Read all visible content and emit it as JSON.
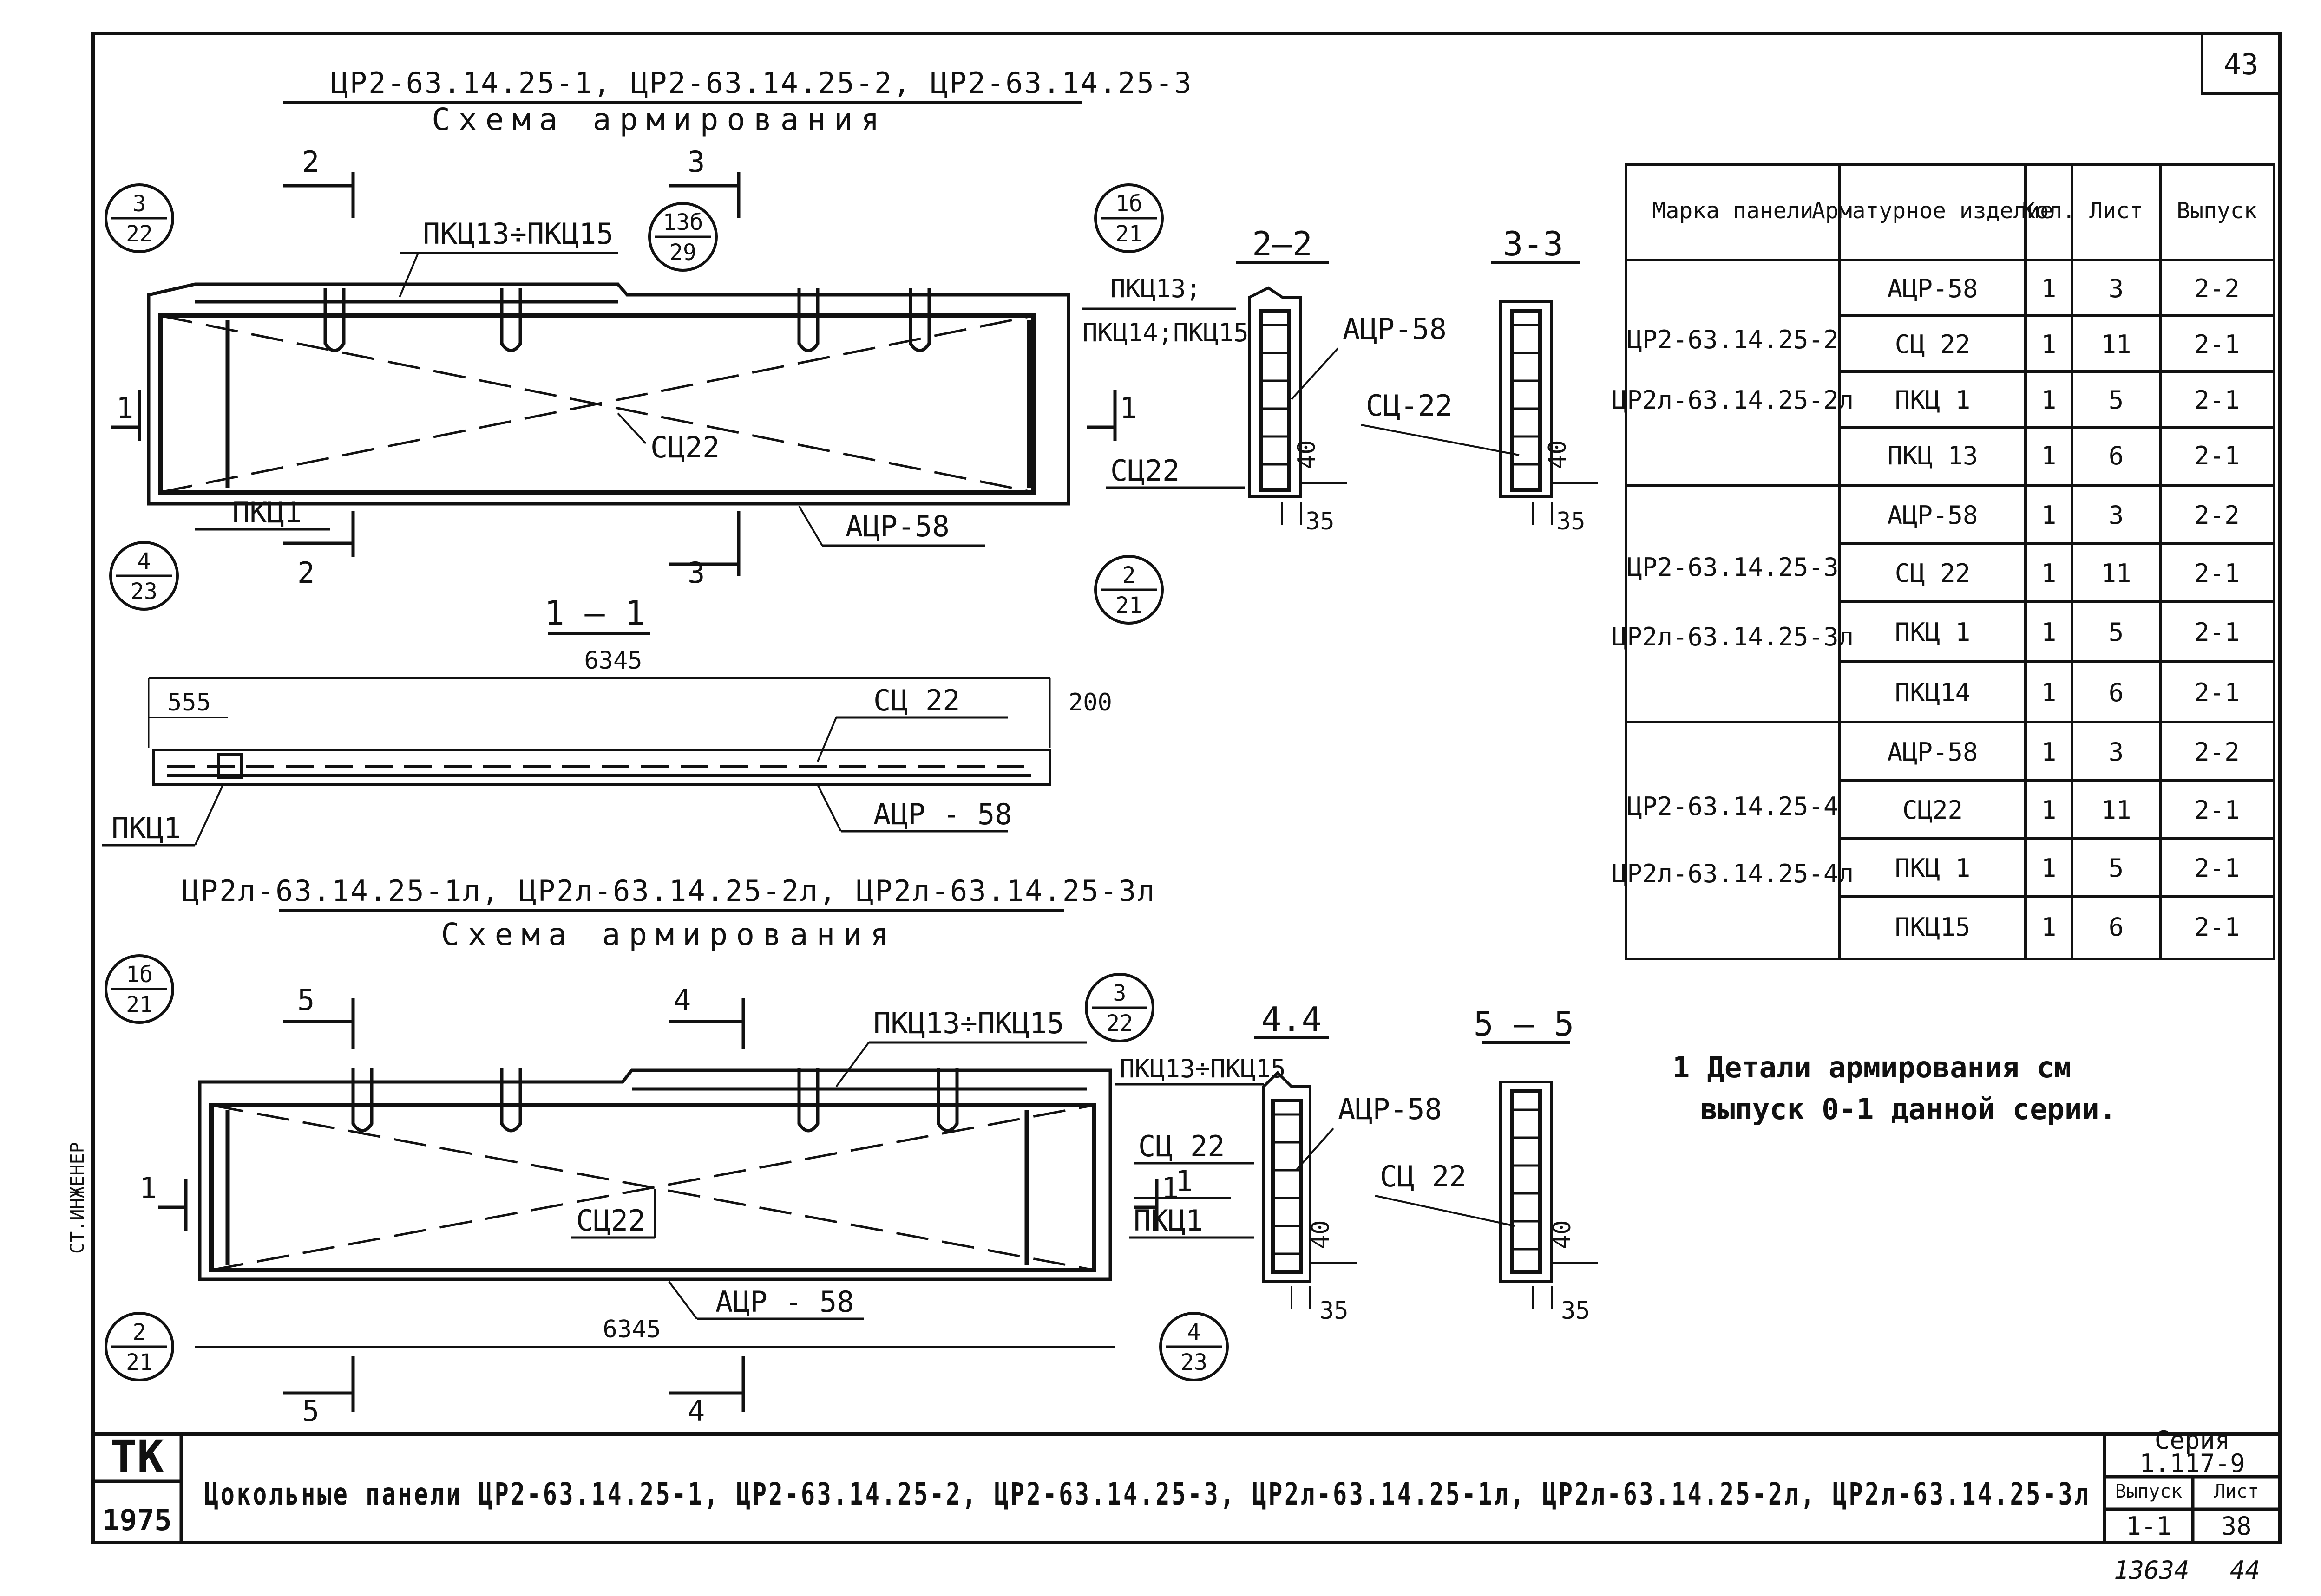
{
  "sheet_number": "43",
  "top_schema": {
    "title": "ЦР2-63.14.25-1, ЦР2-63.14.25-2, ЦР2-63.14.25-3",
    "subtitle": "Схема армирования",
    "labels": {
      "pkc_range": "ПКЦ13÷ПКЦ15",
      "sc22": "СЦ22",
      "pkc1": "ПКЦ1",
      "acr58": "АЦР-58"
    },
    "bubbles": [
      {
        "top": "3",
        "bottom": "22"
      },
      {
        "top": "13б",
        "bottom": "29"
      },
      {
        "top": "1б",
        "bottom": "21"
      },
      {
        "top": "4",
        "bottom": "23"
      },
      {
        "top": "2",
        "bottom": "21"
      }
    ],
    "cut_marks": [
      "2",
      "3",
      "1",
      "1",
      "2",
      "3"
    ]
  },
  "section_2_2": {
    "title": "2–2",
    "labels": [
      "ПКЦ13;",
      "ПКЦ14;ПКЦ15",
      "АЦР-58",
      "СЦ22"
    ],
    "dims": [
      "40",
      "35"
    ]
  },
  "section_3_3": {
    "title": "3-3",
    "labels": [
      "СЦ-22"
    ],
    "dims": [
      "40",
      "35"
    ]
  },
  "section_1_1": {
    "title": "1 — 1",
    "length": "6345",
    "dims": [
      "555",
      "200"
    ],
    "labels": [
      "СЦ 22",
      "АЦР - 58",
      "ПКЦ1"
    ]
  },
  "bottom_schema": {
    "title": "ЦР2л-63.14.25-1л, ЦР2л-63.14.25-2л, ЦР2л-63.14.25-3л",
    "subtitle": "Схема армирования",
    "labels": {
      "pkc_range": "ПКЦ13÷ПКЦ15",
      "sc22": "СЦ22",
      "acr58": "АЦР - 58",
      "length": "6345"
    },
    "bubbles": [
      {
        "top": "1б",
        "bottom": "21"
      },
      {
        "top": "3",
        "bottom": "22"
      },
      {
        "top": "2",
        "bottom": "21"
      },
      {
        "top": "4",
        "bottom": "23"
      }
    ],
    "cut_marks": [
      "5",
      "4",
      "1",
      "1",
      "5",
      "4"
    ]
  },
  "section_4_4": {
    "title": "4.4",
    "labels": [
      "ПКЦ13÷ПКЦ15",
      "АЦР-58",
      "СЦ 22",
      "ПКЦ1",
      "1"
    ],
    "dims": [
      "40",
      "35"
    ]
  },
  "section_5_5": {
    "title": "5 – 5",
    "labels": [
      "СЦ 22"
    ],
    "dims": [
      "40",
      "35"
    ]
  },
  "table": {
    "headers": [
      "Марка панели",
      "Арматурное изделие",
      "Кол.",
      "Лист",
      "Выпуск"
    ],
    "groups": [
      {
        "marks": [
          "ЦР2-63.14.25-2",
          "ЦР2л-63.14.25-2л"
        ],
        "rows": [
          [
            "АЦР-58",
            "1",
            "3",
            "2-2"
          ],
          [
            "СЦ 22",
            "1",
            "11",
            "2-1"
          ],
          [
            "ПКЦ 1",
            "1",
            "5",
            "2-1"
          ],
          [
            "ПКЦ 13",
            "1",
            "6",
            "2-1"
          ]
        ]
      },
      {
        "marks": [
          "ЦР2-63.14.25-3",
          "ЦР2л-63.14.25-3л"
        ],
        "rows": [
          [
            "АЦР-58",
            "1",
            "3",
            "2-2"
          ],
          [
            "СЦ 22",
            "1",
            "11",
            "2-1"
          ],
          [
            "ПКЦ 1",
            "1",
            "5",
            "2-1"
          ],
          [
            "ПКЦ14",
            "1",
            "6",
            "2-1"
          ]
        ]
      },
      {
        "marks": [
          "ЦР2-63.14.25-4",
          "ЦР2л-63.14.25-4л"
        ],
        "rows": [
          [
            "АЦР-58",
            "1",
            "3",
            "2-2"
          ],
          [
            "СЦ22",
            "1",
            "11",
            "2-1"
          ],
          [
            "ПКЦ 1",
            "1",
            "5",
            "2-1"
          ],
          [
            "ПКЦ15",
            "1",
            "6",
            "2-1"
          ]
        ]
      }
    ]
  },
  "note": {
    "line1": "1 Детали армирования см",
    "line2": "выпуск 0-1 данной серии."
  },
  "stamp": {
    "org_top": "ТК",
    "org_bottom": "1975",
    "title": "Цокольные панели ЦР2-63.14.25-1, ЦР2-63.14.25-2, ЦР2-63.14.25-3, ЦР2л-63.14.25-1л, ЦР2л-63.14.25-2л, ЦР2л-63.14.25-3л",
    "series_label": "Серия",
    "series_value": "1.117-9",
    "issue_label": "Выпуск",
    "issue_value": "1-1",
    "sheet_label": "Лист",
    "sheet_value": "38"
  },
  "side_stamp": "СТ.ИНЖЕНЕР",
  "footer": {
    "code": "13634",
    "page": "44"
  }
}
